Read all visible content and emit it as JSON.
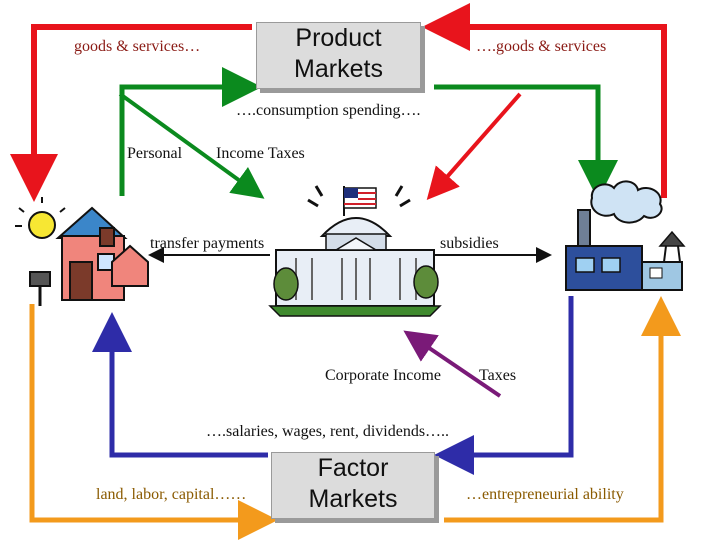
{
  "boxes": {
    "product_markets": {
      "line1": "Product",
      "line2": "Markets"
    },
    "factor_markets": {
      "line1": "Factor",
      "line2": "Markets"
    }
  },
  "labels": {
    "goods_left": "goods & services…",
    "goods_right": "….goods & services",
    "consumption": "….consumption spending….",
    "personal": "Personal",
    "income_taxes": "Income Taxes",
    "transfer_payments": "transfer payments",
    "subsidies": "subsidies",
    "corporate_income": "Corporate Income",
    "taxes": "Taxes",
    "salaries": "….salaries, wages, rent, dividends…..",
    "land_labor": "land, labor, capital……",
    "entrepreneurial": "…entrepreneurial ability"
  },
  "colors": {
    "goods_flow": "#e8141c",
    "spending_flow": "#0b8a1e",
    "factor_flow": "#f39a1c",
    "income_flow": "#2e2ca8",
    "tax_flow": "#7a1a78",
    "label_text": "#8a1a14",
    "factor_label_text": "#8a5a00"
  },
  "icons": [
    "house-icon",
    "factory-icon",
    "capitol-building-icon"
  ]
}
